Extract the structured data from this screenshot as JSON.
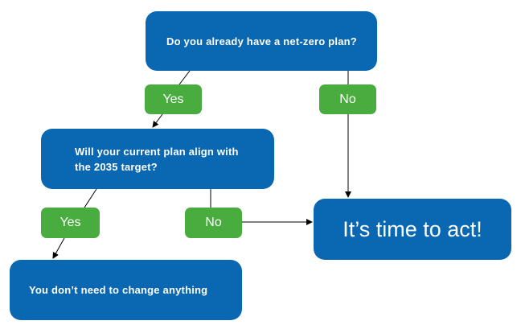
{
  "nodes": {
    "question_1": "Do you already have a net-zero plan?",
    "question_2": "Will your current plan align with the 2035 target?",
    "outcome_act": "It’s time to act!",
    "outcome_keep": "You don’t need to change anything"
  },
  "labels": {
    "yes_1": "Yes",
    "no_1": "No",
    "yes_2": "Yes",
    "no_2": "No"
  },
  "colors": {
    "box": "#0a67b2",
    "label": "#48ac3e",
    "line": "#000000"
  }
}
